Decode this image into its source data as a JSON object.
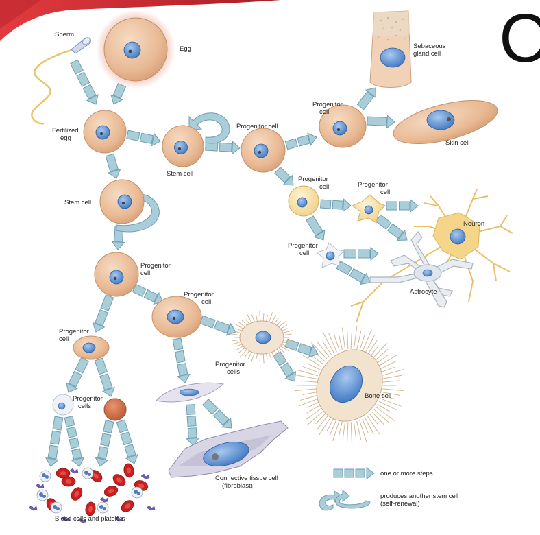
{
  "corner_letter": "C",
  "labels": {
    "sperm": "Sperm",
    "egg": "Egg",
    "fertilized_egg_1": "Fertilized",
    "fertilized_egg_2": "egg",
    "stem_cell_a": "Stem cell",
    "stem_cell_b": "Stem cell",
    "progenitor_cell_top": "Progenitor cell",
    "progenitor_cell_skin_1": "Progenitor",
    "progenitor_cell_skin_2": "cell",
    "sebaceous_1": "Sebaceous",
    "sebaceous_2": "gland cell",
    "skin_cell": "Skin cell",
    "progenitor_neural_1": "Progenitor",
    "progenitor_neural_2": "cell",
    "progenitor_neuron_1": "Progenitor",
    "progenitor_neuron_2": "cell",
    "progenitor_astro_1": "Progenitor",
    "progenitor_astro_2": "cell",
    "neuron": "Neuron",
    "astrocyte": "Astrocyte",
    "progenitor_mid_1": "Progenitor",
    "progenitor_mid_2": "cell",
    "progenitor_conn_1": "Progenitor",
    "progenitor_conn_2": "cell",
    "progenitor_blood_1": "Progenitor",
    "progenitor_blood_2": "cell",
    "progenitor_cells_bone_1": "Progenitor",
    "progenitor_cells_bone_2": "cells",
    "bone_cell": "Bone cell",
    "progenitor_cells_blood_1": "Progenitor",
    "progenitor_cells_blood_2": "cells",
    "connective_1": "Connective tissue cell",
    "connective_2": "(fibroblast)",
    "blood_cells": "Blood cells and platelets"
  },
  "legend": {
    "steps": "one or more steps",
    "self_renewal_1": "produces another stem cell",
    "self_renewal_2": "(self-renewal)"
  },
  "colors": {
    "arrow_fill": "#a9cdd9",
    "arrow_stroke": "#6e9fb0",
    "cell_fill": "#e9bd98",
    "cell_stroke": "#c0906a",
    "nucleus": "#5a8ed0",
    "neural_fill": "#f5dfa4",
    "blood_red": "#c8201e",
    "banner": "#d8363a"
  }
}
